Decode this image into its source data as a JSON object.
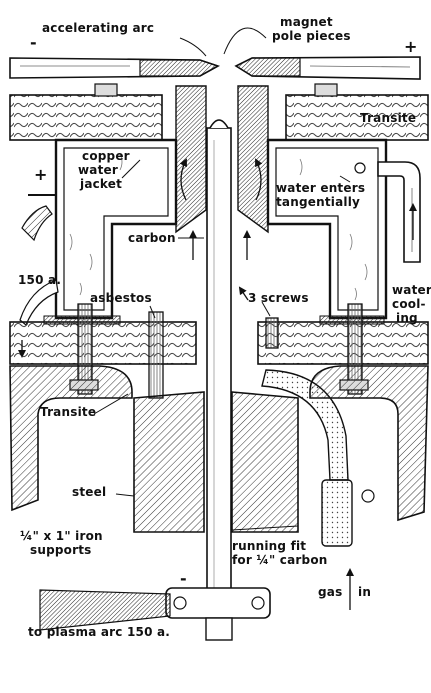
{
  "diagram": {
    "colors": {
      "ink": "#111111",
      "paper": "#ffffff",
      "hatch": "#444444",
      "water": "#777777"
    },
    "signs": {
      "arc_minus": "-",
      "arc_plus": "+",
      "torch_plus": "+",
      "plasma_minus": "-"
    },
    "labels": {
      "accelerating_arc": "accelerating arc",
      "magnet_pole_pieces_1": "magnet",
      "magnet_pole_pieces_2": "pole pieces",
      "transite_top": "Transite",
      "copper_1": "copper",
      "copper_2": "water",
      "copper_3": "jacket",
      "water_enters_1": "water enters",
      "water_enters_2": "tangentially",
      "carbon": "carbon",
      "current_150": "150 a.",
      "asbestos": "asbestos",
      "three_screws": "3 screws",
      "water_cooling_1": "water",
      "water_cooling_2": "cool-",
      "water_cooling_3": "ing",
      "transite_bottom": "Transite",
      "steel": "steel",
      "iron_supports_1": "¼\" x 1\" iron",
      "iron_supports_2": "supports",
      "running_fit_1": "running fit",
      "running_fit_2": "for ¼\" carbon",
      "gas_in_1": "gas",
      "gas_in_2": "in",
      "plasma_arc": "to plasma arc  150 a."
    }
  }
}
